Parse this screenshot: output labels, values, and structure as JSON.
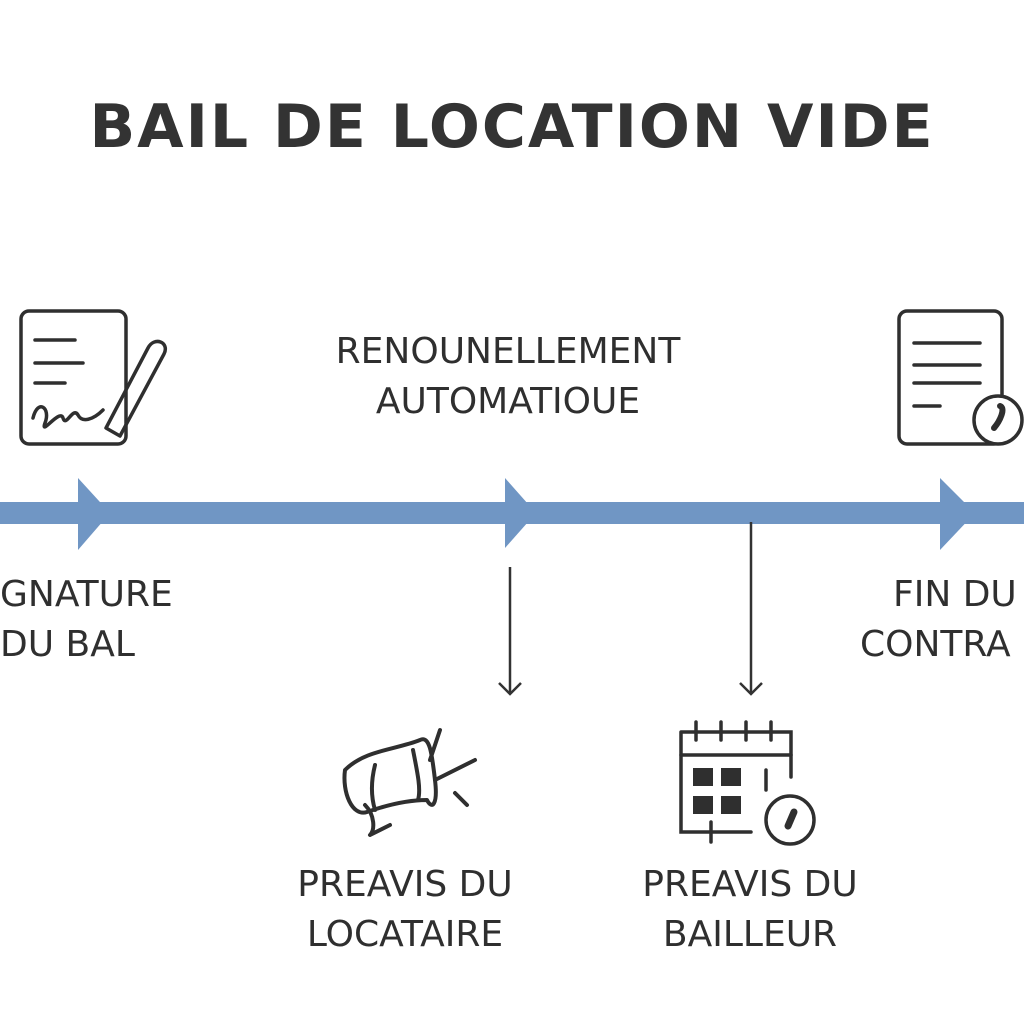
{
  "title": "BAIL DE LOCATION VIDE",
  "colors": {
    "timeline": "#7096c4",
    "ink": "#2f2f2f"
  },
  "milestones": [
    {
      "icon": "signed-document-icon",
      "lines": [
        "GNATURE",
        "DU BAL"
      ]
    },
    {
      "icon": "",
      "lines": [
        "RENOUNELLEMENT",
        "AUTOMATIOUE"
      ]
    },
    {
      "icon": "contract-seal-icon",
      "lines": [
        "FIN DU",
        "CONTRA"
      ]
    }
  ],
  "notices": [
    {
      "icon": "megaphone-icon",
      "lines": [
        "PREAVIS DU",
        "LOCATAIRE"
      ]
    },
    {
      "icon": "calendar-clock-icon",
      "lines": [
        "PREAVIS DU",
        "BAILLEUR"
      ]
    }
  ]
}
